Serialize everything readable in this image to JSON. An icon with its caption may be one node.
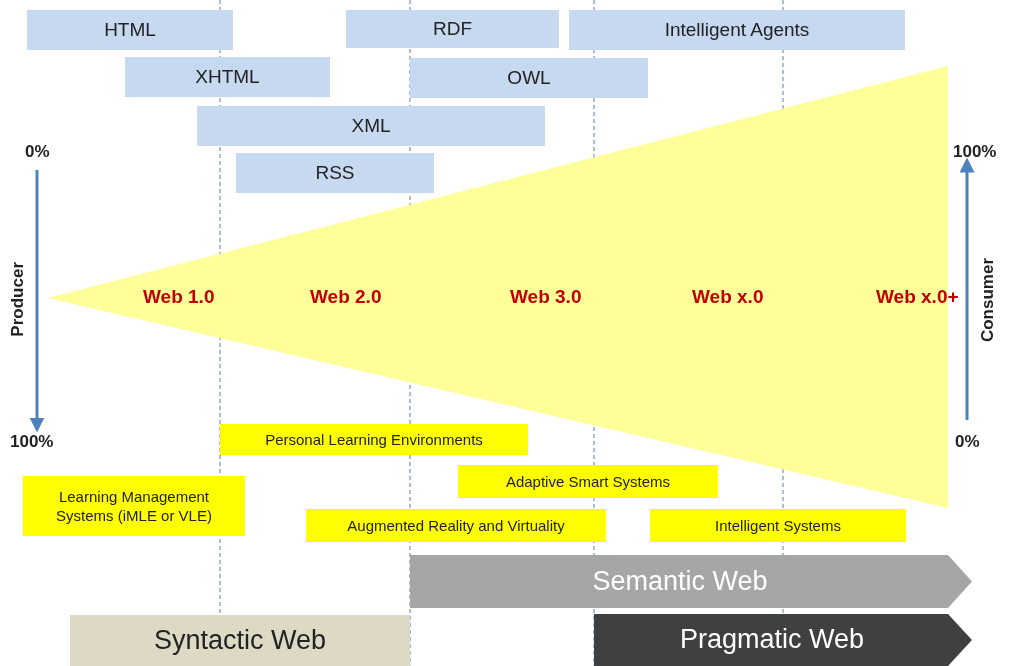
{
  "diagram": {
    "nodes": [
      {
        "text": [
          "HTML"
        ]
      },
      {
        "text": [
          "RDF"
        ]
      },
      {
        "text": [
          "Intelligent Agents"
        ]
      },
      {
        "text": [
          "XHTML"
        ]
      },
      {
        "text": [
          "OWL"
        ]
      },
      {
        "text": [
          "XML"
        ]
      },
      {
        "text": [
          "RSS"
        ]
      },
      {
        "text": [
          "Web 1.0",
          "Web 2.0",
          "Web 3.0",
          "Web x.0",
          "Web x.0+"
        ]
      },
      {
        "text": [
          "Personal Learning Environments"
        ]
      },
      {
        "text": [
          "Learning Management Systems (iMLE or VLE)"
        ]
      },
      {
        "text": [
          "Adaptive Smart Systems"
        ]
      },
      {
        "text": [
          "Augmented Reality and Virtuality"
        ]
      },
      {
        "text": [
          "Intelligent Systems"
        ]
      },
      {
        "text": [
          "Semantic Web"
        ]
      },
      {
        "text": [
          "Syntactic Web"
        ]
      },
      {
        "text": [
          "Pragmatic Web"
        ]
      }
    ],
    "labels": [
      "0%",
      "100%",
      "Producer",
      "Consumer",
      "100%",
      "0%"
    ]
  }
}
